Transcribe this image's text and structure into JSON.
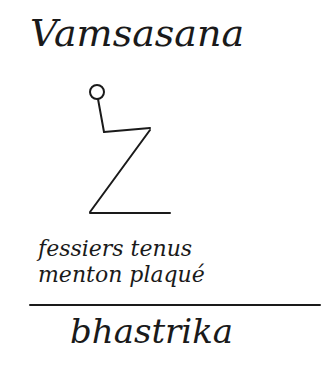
{
  "diagram": {
    "title": "Vamsasana",
    "labels": [
      "fessiers tenus menton plaqué",
      "bhastrika"
    ]
  }
}
